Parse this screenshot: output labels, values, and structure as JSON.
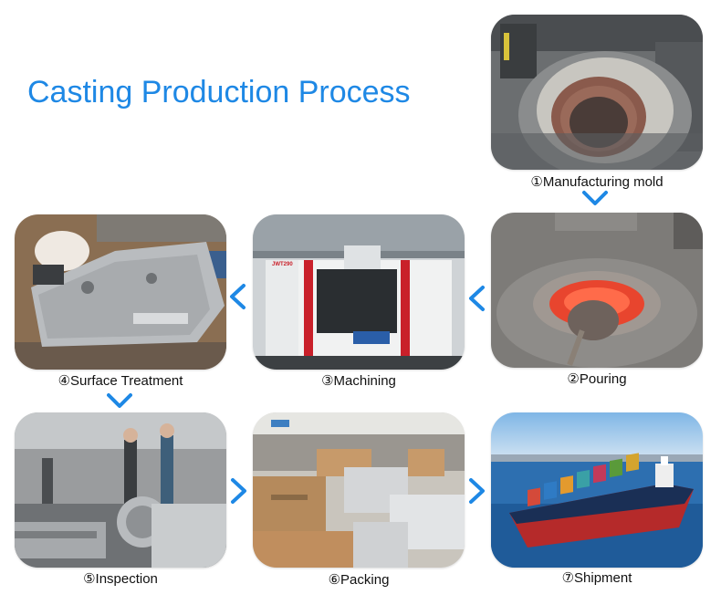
{
  "title": "Casting Production Process",
  "accent_color": "#1e88e5",
  "steps": [
    {
      "label": "①Manufacturing mold"
    },
    {
      "label": "②Pouring"
    },
    {
      "label": "③Machining",
      "machine_sign": "JWT290"
    },
    {
      "label": "④Surface Treatment"
    },
    {
      "label": "⑤Inspection"
    },
    {
      "label": "⑥Packing"
    },
    {
      "label": "⑦Shipment"
    }
  ],
  "arrows": [
    "down",
    "left",
    "left",
    "down",
    "right",
    "right"
  ]
}
